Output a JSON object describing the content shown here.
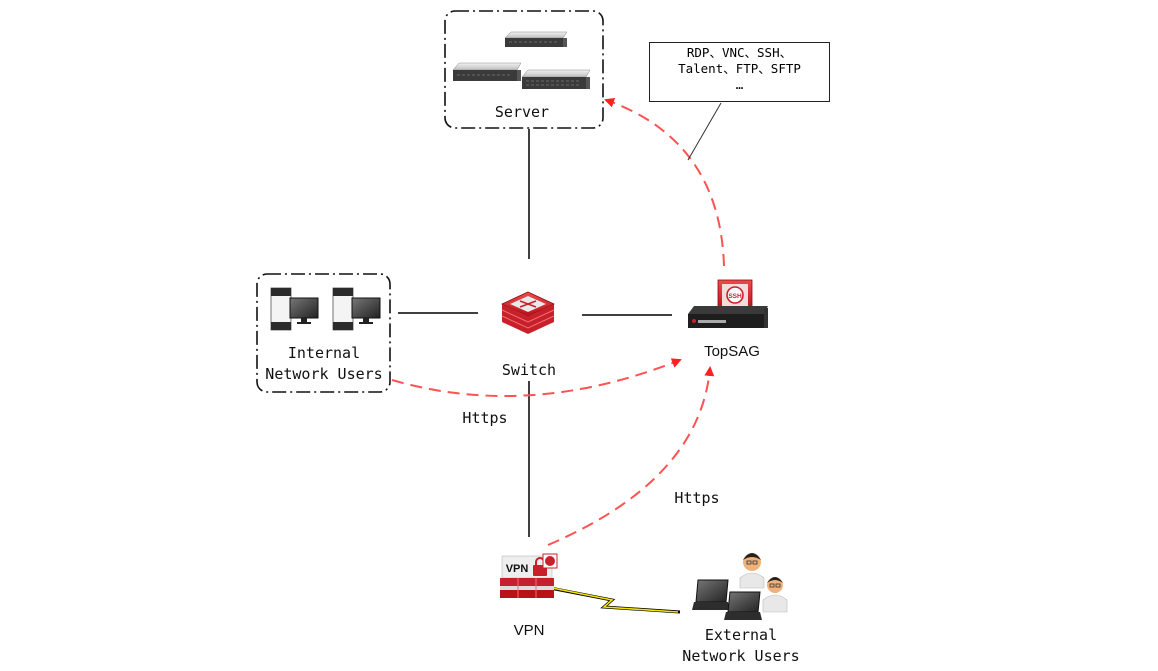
{
  "diagram": {
    "nodes": {
      "server": {
        "label": "Server",
        "icon": "server-rack-icon"
      },
      "switch": {
        "label": "Switch",
        "icon": "network-switch-icon"
      },
      "topsag": {
        "label": "TopSAG",
        "icon": "ssh-gateway-appliance-icon"
      },
      "internal_users": {
        "label_line1": "Internal",
        "label_line2": "Network Users",
        "icon": "desktop-computer-icon"
      },
      "vpn": {
        "label": "VPN",
        "icon": "vpn-firewall-icon",
        "badge_text": "VPN"
      },
      "external_users": {
        "label_line1": "External",
        "label_line2": "Network Users",
        "icon": "laptop-user-icon"
      }
    },
    "protocols_note": {
      "line1": "RDP、VNC、SSH、",
      "line2": "Talent、FTP、SFTP",
      "line3": "…"
    },
    "edge_labels": {
      "internal_https": "Https",
      "external_https": "Https"
    },
    "edges": [
      {
        "from": "server",
        "to": "switch",
        "style": "solid"
      },
      {
        "from": "internal_users",
        "to": "switch",
        "style": "solid"
      },
      {
        "from": "switch",
        "to": "topsag",
        "style": "solid"
      },
      {
        "from": "switch",
        "to": "vpn",
        "style": "solid"
      },
      {
        "from": "vpn",
        "to": "external_users",
        "style": "lightning"
      },
      {
        "from": "internal_users",
        "to": "topsag",
        "style": "dashed-red-arrow",
        "label": "Https"
      },
      {
        "from": "vpn",
        "to": "topsag",
        "style": "dashed-red-arrow",
        "label": "Https"
      },
      {
        "from": "topsag",
        "to": "server",
        "style": "dashed-red-arrow"
      }
    ],
    "colors": {
      "access_path": "#ff3b3b",
      "link": "#000000",
      "device_red": "#c8202a"
    }
  }
}
